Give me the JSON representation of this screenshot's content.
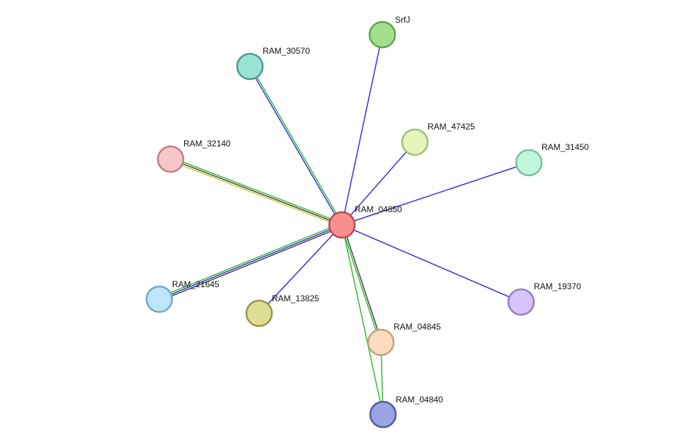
{
  "network": {
    "nodes": [
      {
        "id": "RAM_04850",
        "label": "RAM_04850",
        "fill": "#f88f8f",
        "stroke": "#c04848"
      },
      {
        "id": "SrfJ",
        "label": "SrfJ",
        "fill": "#a3e08e",
        "stroke": "#5fa353"
      },
      {
        "id": "RAM_30570",
        "label": "RAM_30570",
        "fill": "#9be2d7",
        "stroke": "#4b9a90"
      },
      {
        "id": "RAM_47425",
        "label": "RAM_47425",
        "fill": "#e3f5b8",
        "stroke": "#a4bd7a"
      },
      {
        "id": "RAM_31450",
        "label": "RAM_31450",
        "fill": "#bff6dc",
        "stroke": "#77c0a0"
      },
      {
        "id": "RAM_32140",
        "label": "RAM_32140",
        "fill": "#f7c6c6",
        "stroke": "#bd8080"
      },
      {
        "id": "RAM_21645",
        "label": "RAM_21645",
        "fill": "#bde6fb",
        "stroke": "#74a7c4"
      },
      {
        "id": "RAM_13825",
        "label": "RAM_13825",
        "fill": "#dede94",
        "stroke": "#969648"
      },
      {
        "id": "RAM_19370",
        "label": "RAM_19370",
        "fill": "#d6c4fa",
        "stroke": "#947dc5"
      },
      {
        "id": "RAM_04845",
        "label": "RAM_04845",
        "fill": "#fbdcbe",
        "stroke": "#c0a080"
      },
      {
        "id": "RAM_04840",
        "label": "RAM_04840",
        "fill": "#9aa5e4",
        "stroke": "#4e5aa0"
      }
    ],
    "edges": [
      {
        "source": "RAM_04850",
        "target": "SrfJ",
        "colors": [
          "#3333dd"
        ]
      },
      {
        "source": "RAM_04850",
        "target": "RAM_30570",
        "colors": [
          "#3333dd",
          "#33bb33"
        ]
      },
      {
        "source": "RAM_04850",
        "target": "RAM_47425",
        "colors": [
          "#3333dd"
        ]
      },
      {
        "source": "RAM_04850",
        "target": "RAM_31450",
        "colors": [
          "#3333dd"
        ]
      },
      {
        "source": "RAM_04850",
        "target": "RAM_32140",
        "colors": [
          "#cccc33",
          "#444444",
          "#33bb33"
        ]
      },
      {
        "source": "RAM_04850",
        "target": "RAM_21645",
        "colors": [
          "#444444",
          "#3333dd",
          "#33bb33"
        ]
      },
      {
        "source": "RAM_04850",
        "target": "RAM_13825",
        "colors": [
          "#3333dd"
        ]
      },
      {
        "source": "RAM_04850",
        "target": "RAM_19370",
        "colors": [
          "#3333dd"
        ]
      },
      {
        "source": "RAM_04850",
        "target": "RAM_04845",
        "colors": [
          "#444444",
          "#33bb33"
        ]
      },
      {
        "source": "RAM_04850",
        "target": "RAM_04840",
        "colors": [
          "#33bb33"
        ]
      },
      {
        "source": "RAM_04845",
        "target": "RAM_04840",
        "colors": [
          "#33bb33"
        ]
      }
    ]
  }
}
